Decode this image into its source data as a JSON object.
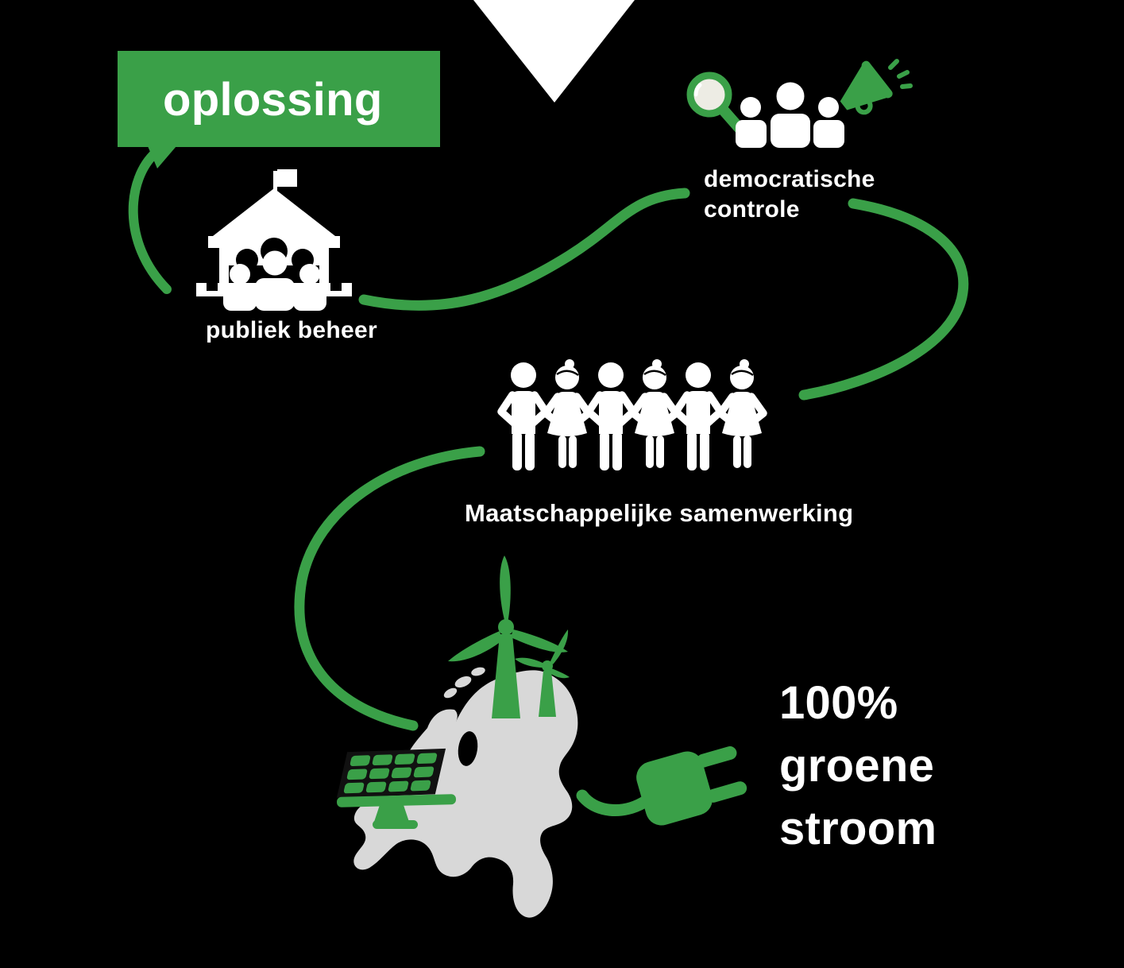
{
  "colors": {
    "background": "#000000",
    "green": "#3AA048",
    "map_gray": "#D8D8D8",
    "white": "#FFFFFF",
    "lens_tint": "#EDECE4"
  },
  "banner": {
    "label": "oplossing",
    "icon": "speech-bubble-banner"
  },
  "marker": {
    "icon": "down-arrow-marker"
  },
  "steps": {
    "publiek_beheer": {
      "label": "publiek beheer",
      "icon": "government-building-icon"
    },
    "democratische_controle": {
      "lines": [
        "democratische",
        "controle"
      ],
      "icons": [
        "magnifier-icon",
        "citizens-group-icon",
        "megaphone-icon"
      ]
    },
    "samenwerking": {
      "label": "Maatschappelijke samenwerking",
      "icon": "linked-people-icon"
    },
    "groene_stroom": {
      "lines": [
        "100%",
        "groene",
        "stroom"
      ],
      "icons": [
        "netherlands-map",
        "wind-turbine-icon",
        "solar-panel-icon",
        "power-plug-icon"
      ]
    }
  }
}
